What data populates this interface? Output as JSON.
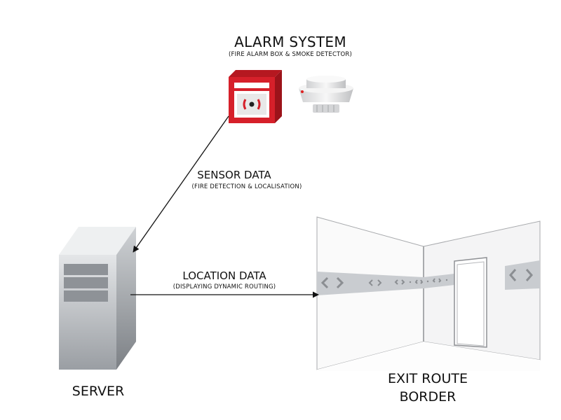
{
  "alarm": {
    "title": "ALARM SYSTEM",
    "subtitle": "(FIRE ALARM BOX & SMOKE DETECTOR)",
    "alarm_box_color": "#d6202a",
    "detector_color": "#e6e6e6"
  },
  "sensor": {
    "title": "SENSOR DATA",
    "subtitle": "(FIRE DETECTION & LOCALISATION)"
  },
  "location": {
    "title": "LOCATION DATA",
    "subtitle": "(DISPLAYING DYNAMIC ROUTING)"
  },
  "server": {
    "label": "SERVER"
  },
  "exit": {
    "line1": "EXIT ROUTE",
    "line2": "BORDER",
    "border_color": "#c9ccd0"
  }
}
